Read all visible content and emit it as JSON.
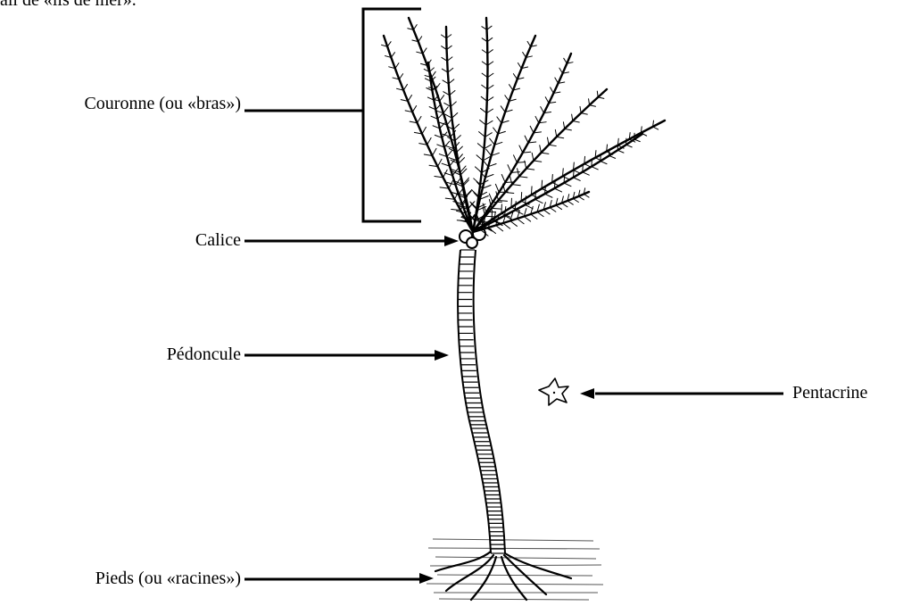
{
  "caption": "ail de «lis de mer».",
  "labels": {
    "couronne": "Couronne (ou «bras»)",
    "calice": "Calice",
    "pedoncule": "Pédoncule",
    "pieds": "Pieds (ou «racines»)",
    "pentacrine": "Pentacrine"
  },
  "colors": {
    "ink": "#000000",
    "background": "#ffffff",
    "sediment": "#555555"
  }
}
